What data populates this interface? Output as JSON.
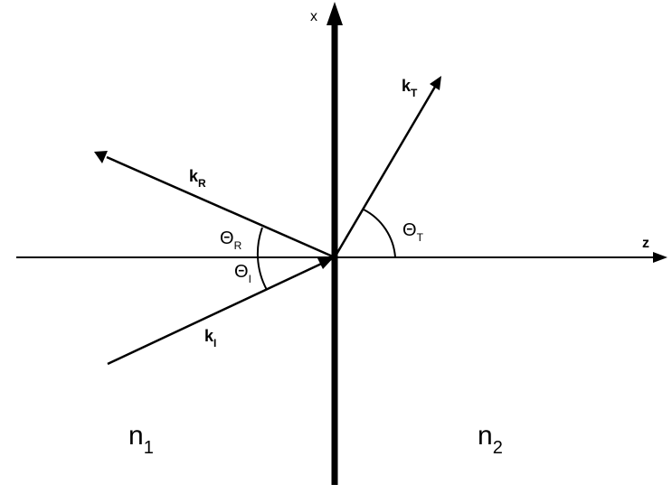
{
  "diagram": {
    "axes": {
      "x_label": "x",
      "z_label": "z"
    },
    "rays": {
      "incident": {
        "symbol": "k",
        "subscript": "I"
      },
      "reflected": {
        "symbol": "k",
        "subscript": "R"
      },
      "transmitted": {
        "symbol": "k",
        "subscript": "T"
      }
    },
    "angles": {
      "incident": {
        "symbol": "Θ",
        "subscript": "I"
      },
      "reflected": {
        "symbol": "Θ",
        "subscript": "R"
      },
      "transmitted": {
        "symbol": "Θ",
        "subscript": "T"
      }
    },
    "media": {
      "left": {
        "symbol": "n",
        "subscript": "1"
      },
      "right": {
        "symbol": "n",
        "subscript": "2"
      }
    },
    "colors": {
      "stroke": "#000000",
      "background": "#ffffff"
    }
  }
}
